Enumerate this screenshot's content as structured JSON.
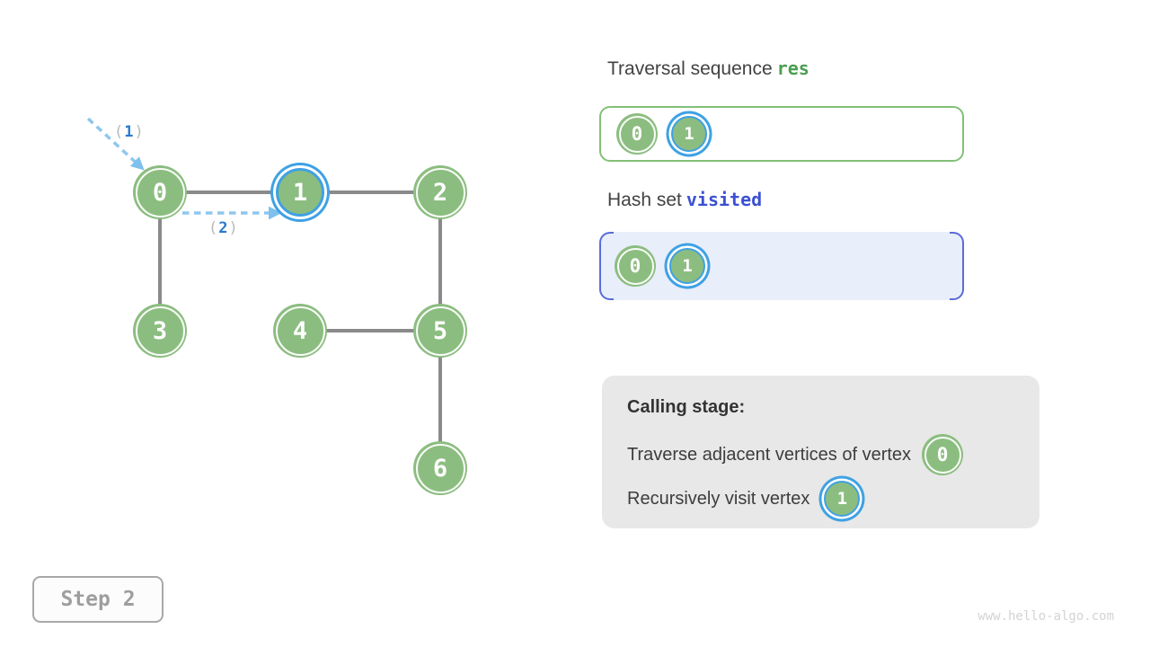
{
  "graph": {
    "nodes": [
      {
        "label": "0",
        "highlighted": false
      },
      {
        "label": "1",
        "highlighted": true
      },
      {
        "label": "2",
        "highlighted": false
      },
      {
        "label": "3",
        "highlighted": false
      },
      {
        "label": "4",
        "highlighted": false
      },
      {
        "label": "5",
        "highlighted": false
      },
      {
        "label": "6",
        "highlighted": false
      }
    ],
    "arrows": [
      {
        "paren_open": "(",
        "num": "1",
        "paren_close": ")"
      },
      {
        "paren_open": "(",
        "num": "2",
        "paren_close": ")"
      }
    ]
  },
  "sequence": {
    "title": "Traversal sequence",
    "variable": "res",
    "items": [
      {
        "label": "0",
        "highlighted": false
      },
      {
        "label": "1",
        "highlighted": true
      }
    ]
  },
  "hash_set": {
    "title": "Hash set",
    "variable": "visited",
    "items": [
      {
        "label": "0",
        "highlighted": false
      },
      {
        "label": "1",
        "highlighted": true
      }
    ]
  },
  "calling_stage": {
    "title": "Calling stage:",
    "lines": [
      {
        "text": "Traverse adjacent vertices of vertex",
        "node_label": "0",
        "node_highlighted": false
      },
      {
        "text": "Recursively visit vertex",
        "node_label": "1",
        "node_highlighted": true
      }
    ]
  },
  "step_indicator": {
    "label": "Step 2"
  },
  "watermark": "www.hello-algo.com",
  "colors": {
    "node_green": "#8cbd80",
    "highlight_blue": "#3fa1e3",
    "edge_gray": "#8a8a8a",
    "res_green": "#4a9e50",
    "visited_blue": "#3b50d3",
    "visited_bracket_blue": "#5b6dd8",
    "visited_bg": "#e9eefb",
    "calling_bg": "#e8e8e8"
  }
}
